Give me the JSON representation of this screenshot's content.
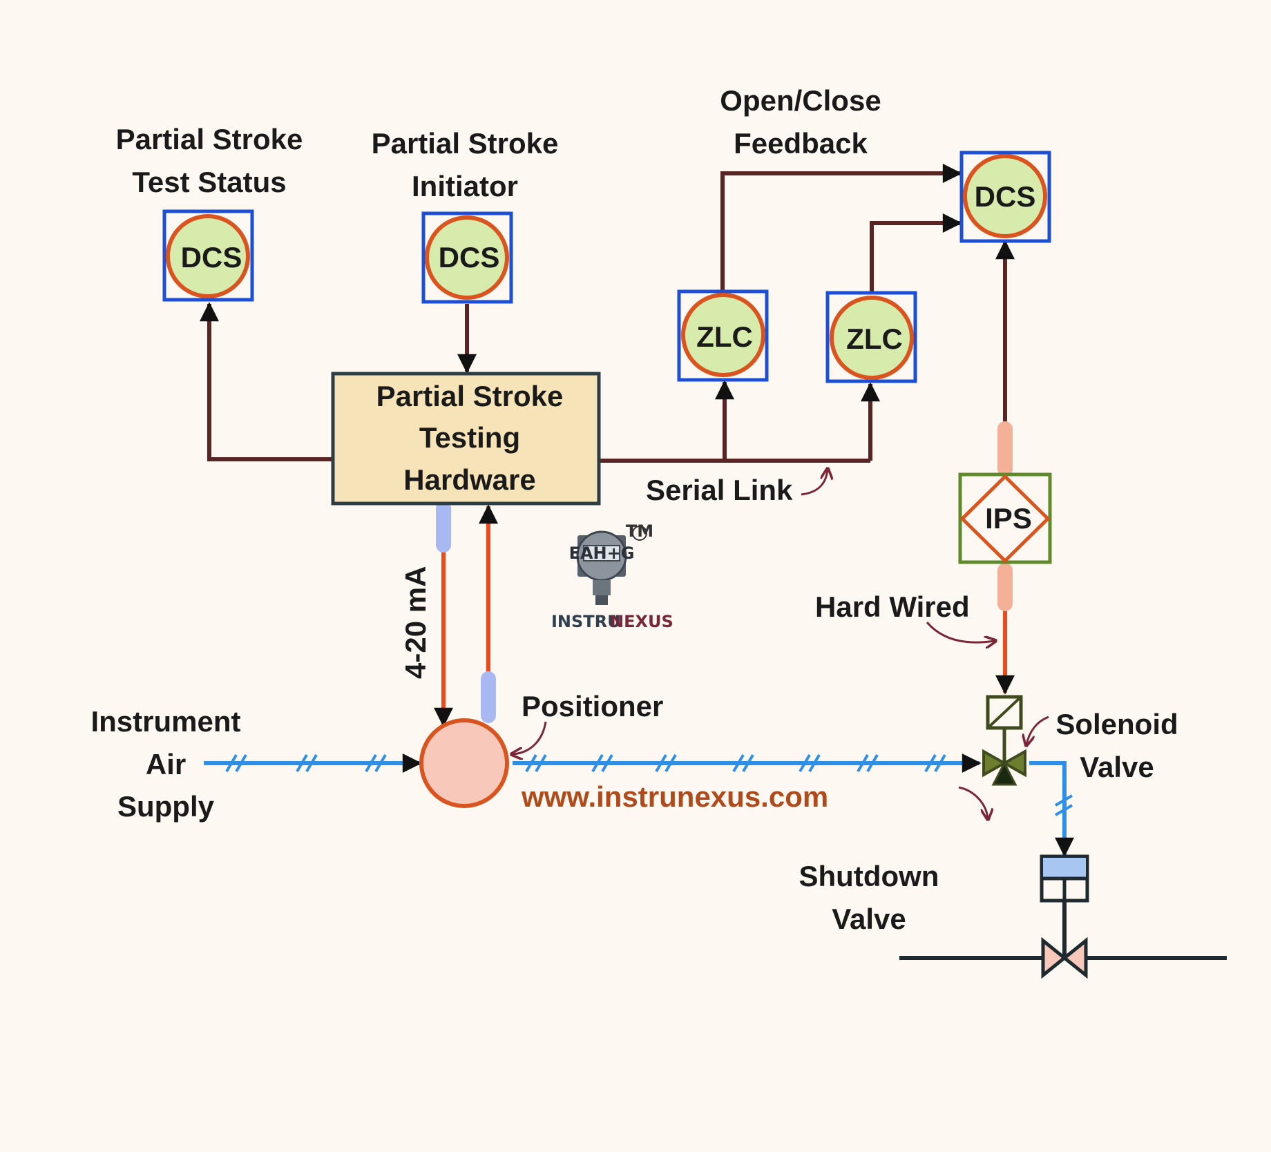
{
  "labels": {
    "pst_status": [
      "Partial Stroke",
      "Test Status"
    ],
    "pst_initiator": [
      "Partial Stroke",
      "Initiator"
    ],
    "open_close": [
      "Open/Close",
      "Feedback"
    ],
    "pst_hardware": [
      "Partial Stroke",
      "Testing",
      "Hardware"
    ],
    "serial_link": "Serial Link",
    "hard_wired": "Hard Wired",
    "signal": "4-20 mA",
    "positioner": "Positioner",
    "instrument_air": [
      "Instrument",
      "Air",
      "Supply"
    ],
    "solenoid": [
      "Solenoid",
      "Valve"
    ],
    "shutdown": [
      "Shutdown",
      "Valve"
    ],
    "website": "www.instrunexus.com"
  },
  "instruments": {
    "dcs_status": "DCS",
    "dcs_initiator": "DCS",
    "dcs_feedback": "DCS",
    "zlc_1": "ZLC",
    "zlc_2": "ZLC",
    "ips": "IPS"
  },
  "brand": {
    "part1": "INSTRU",
    "part2": "NEXUS",
    "tm": "TM",
    "display": "EAH+G"
  },
  "colors": {
    "background": "#fdf8f1",
    "signal_line": "#5a2424",
    "air_line": "#2e8fe8",
    "current_line": "#ef4a1a",
    "instrument_box": "#1d4fd6",
    "instrument_ring": "#d9541e",
    "instrument_fill": "#d7ebac",
    "ips_box": "#5f8a2c",
    "hardware_fill": "#f6e4b8",
    "url": "#b04a1a"
  }
}
